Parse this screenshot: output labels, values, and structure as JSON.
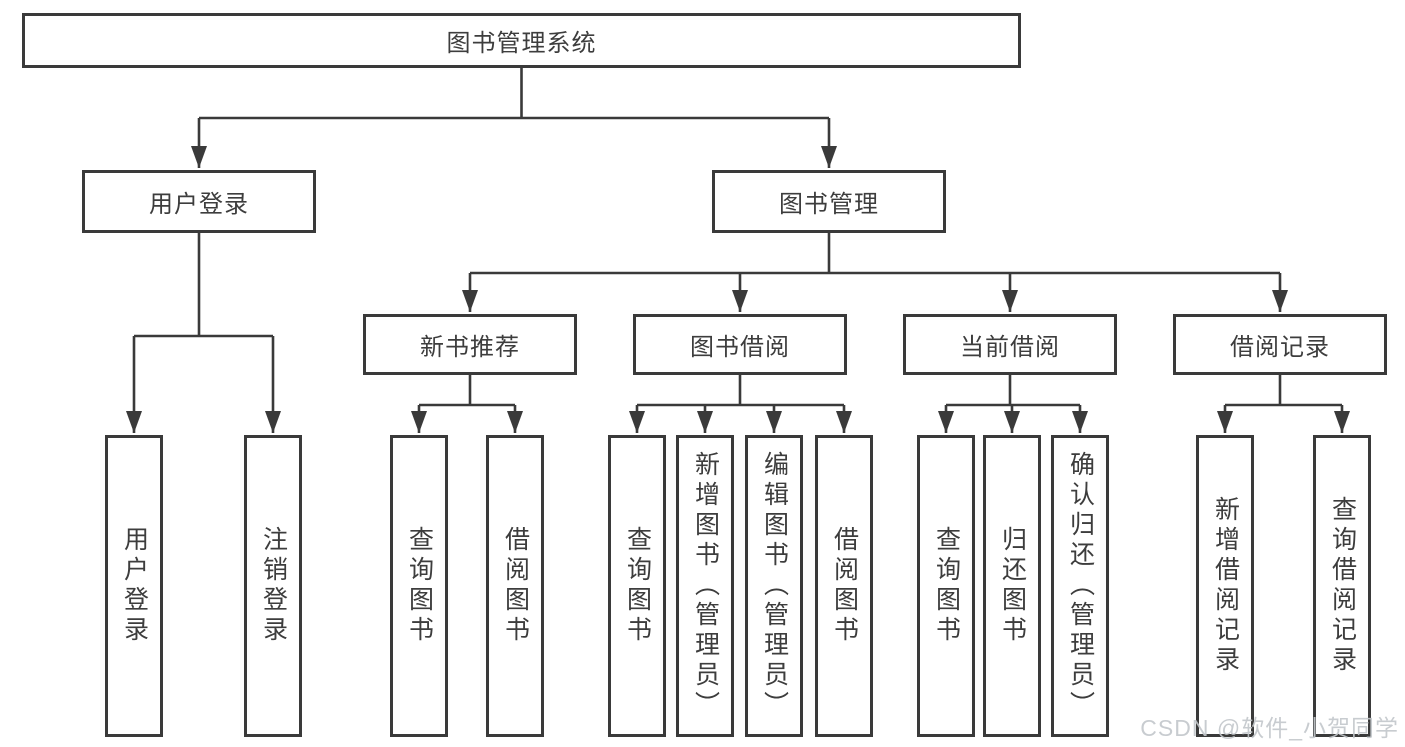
{
  "tree": {
    "root": "图书管理系统",
    "level1": [
      {
        "label": "用户登录",
        "children": [
          "用户登录",
          "注销登录"
        ]
      },
      {
        "label": "图书管理",
        "children": [
          {
            "label": "新书推荐",
            "children": [
              "查询图书",
              "借阅图书"
            ]
          },
          {
            "label": "图书借阅",
            "children": [
              "查询图书",
              "新增图书（管理员）",
              "编辑图书（管理员）",
              "借阅图书"
            ]
          },
          {
            "label": "当前借阅",
            "children": [
              "查询图书",
              "归还图书",
              "确认归还（管理员）"
            ]
          },
          {
            "label": "借阅记录",
            "children": [
              "新增借阅记录",
              "查询借阅记录"
            ]
          }
        ]
      }
    ]
  },
  "watermark": {
    "text": "CSDN @软件_小贺同学"
  },
  "colors": {
    "line": "#3a3a3a",
    "box-border": "#3a3a3a",
    "text": "#3d3d3d",
    "watermark": "#c3c7cb",
    "background": "#ffffff"
  }
}
